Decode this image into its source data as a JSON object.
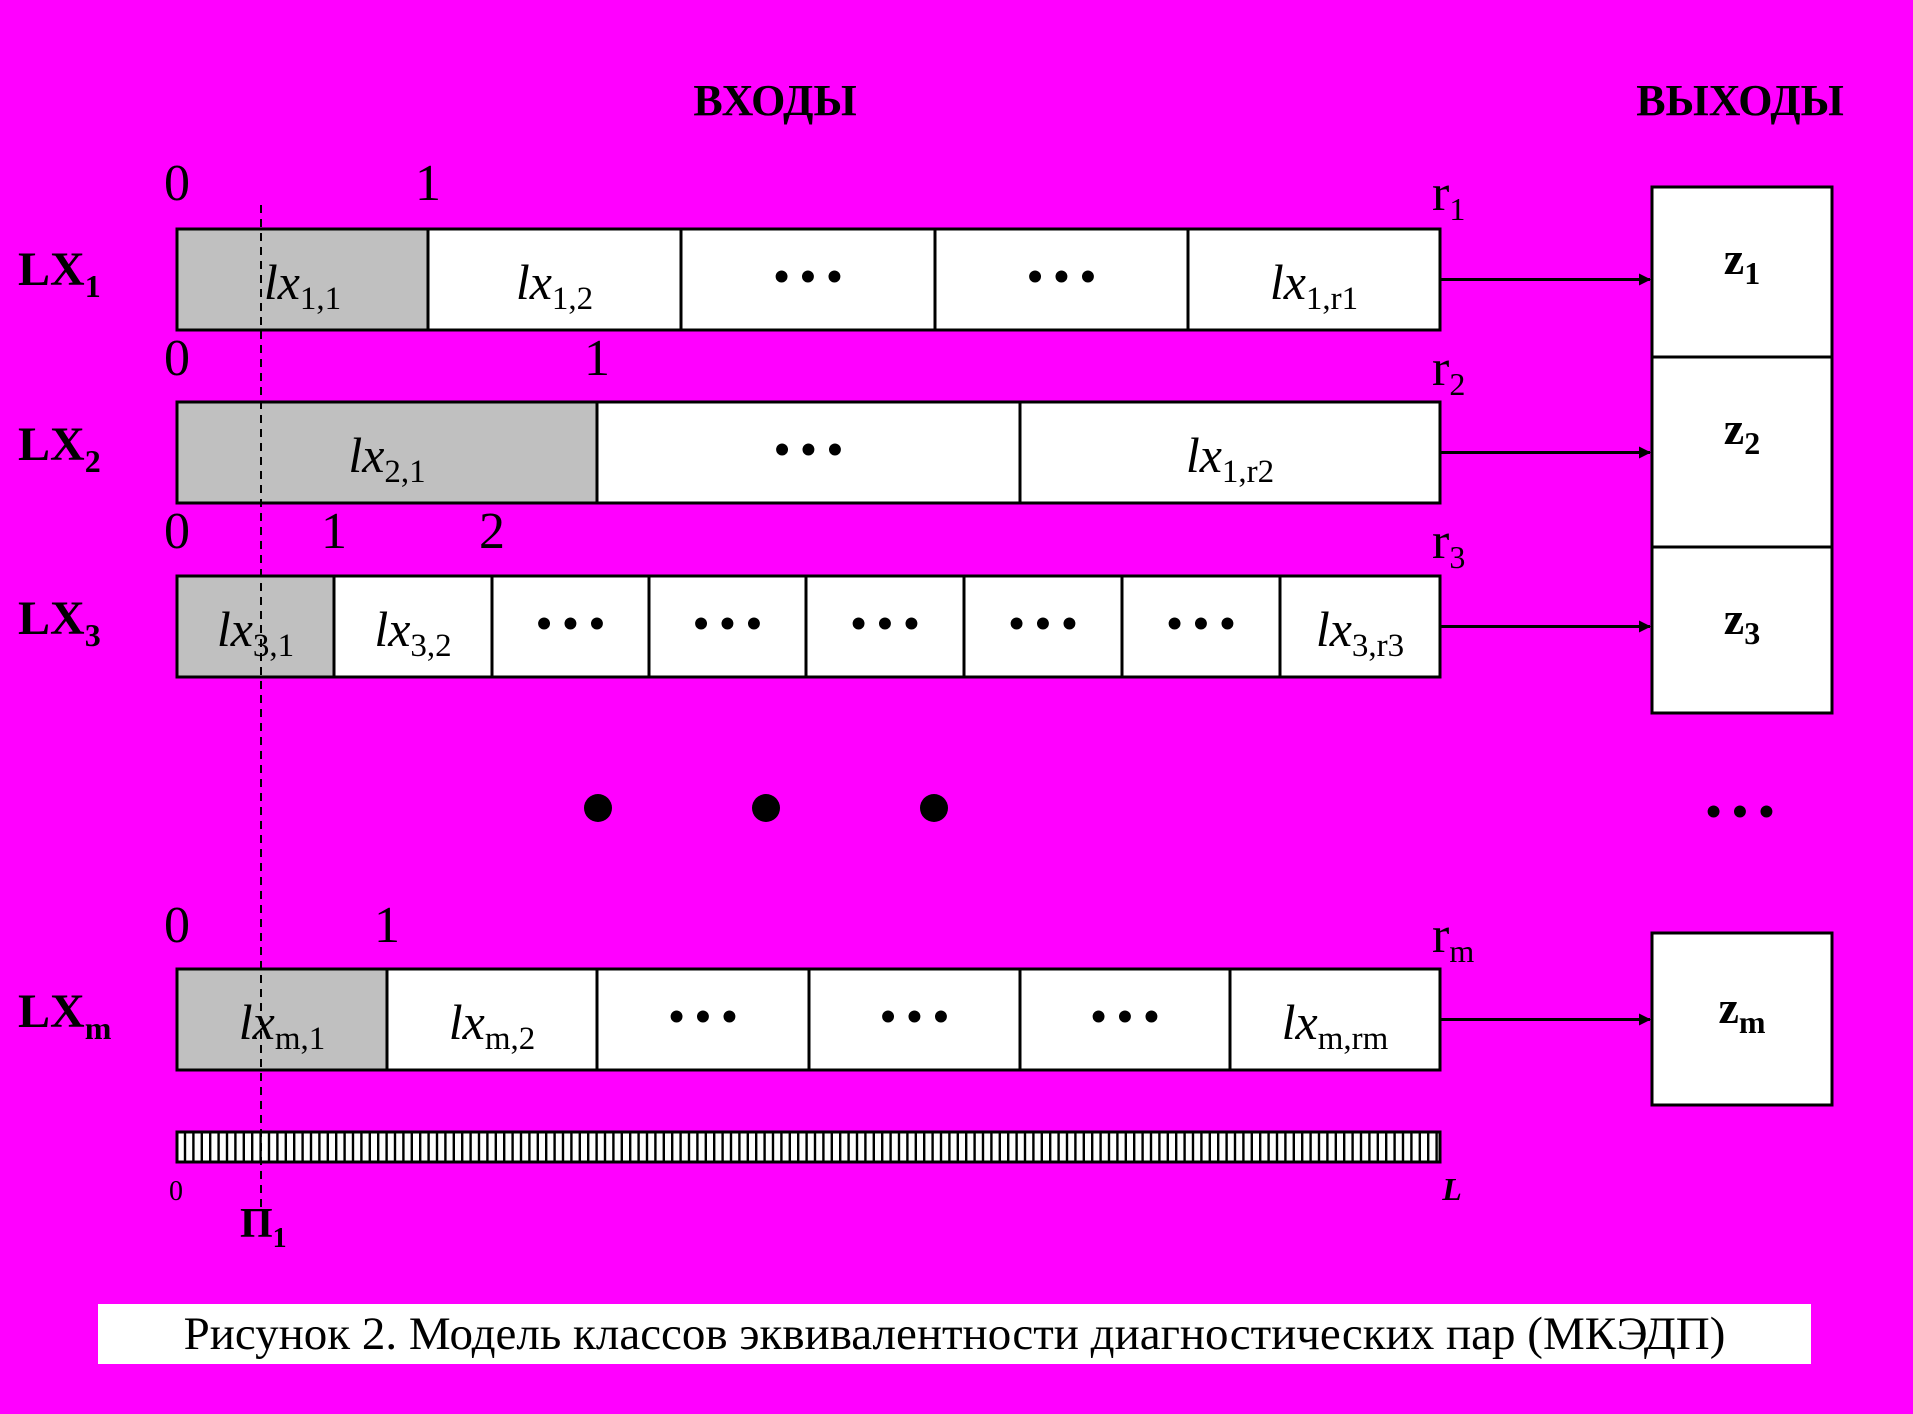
{
  "header": {
    "inputs_title": "ВХОДЫ",
    "outputs_title": "ВЫХОДЫ"
  },
  "rows": [
    {
      "label": "LX",
      "label_sub": "1",
      "end_ticks": [
        {
          "text": "r",
          "sub": "1"
        }
      ],
      "ticks": [
        "0",
        "1"
      ],
      "cells": [
        {
          "text": "lx",
          "sub": "1,1",
          "shaded": true
        },
        {
          "text": "lx",
          "sub": "1,2"
        },
        {
          "text": "• • •"
        },
        {
          "text": "• • •"
        },
        {
          "text": "lx",
          "sub": "1,r1"
        }
      ],
      "output": {
        "text": "z",
        "sub": "1"
      }
    },
    {
      "label": "LX",
      "label_sub": "2",
      "end_ticks": [
        {
          "text": "r",
          "sub": "2"
        }
      ],
      "ticks": [
        "0",
        "1"
      ],
      "cells": [
        {
          "text": "lx",
          "sub": "2,1",
          "shaded": true
        },
        {
          "text": "• • •"
        },
        {
          "text": "lx",
          "sub": "1,r2"
        }
      ],
      "output": {
        "text": "z",
        "sub": "2"
      }
    },
    {
      "label": "LX",
      "label_sub": "3",
      "end_ticks": [
        {
          "text": "r",
          "sub": "3"
        }
      ],
      "ticks": [
        "0",
        "1",
        "2"
      ],
      "cells": [
        {
          "text": "lx",
          "sub": "3,1",
          "shaded": true
        },
        {
          "text": "lx",
          "sub": "3,2"
        },
        {
          "text": "• • •"
        },
        {
          "text": "• • •"
        },
        {
          "text": "• • •"
        },
        {
          "text": "• • •"
        },
        {
          "text": "• • •"
        },
        {
          "text": "lx",
          "sub": "3,r3"
        }
      ],
      "output": {
        "text": "z",
        "sub": "3"
      }
    },
    {
      "label": "LX",
      "label_sub": "m",
      "end_ticks": [
        {
          "text": "r",
          "sub": "m"
        }
      ],
      "ticks": [
        "0",
        "1"
      ],
      "cells": [
        {
          "text": "lx",
          "sub": "m,1",
          "shaded": true
        },
        {
          "text": "lx",
          "sub": "m,2"
        },
        {
          "text": "• • •"
        },
        {
          "text": "• • •"
        },
        {
          "text": "• • •"
        },
        {
          "text": "lx",
          "sub": "m,rm"
        }
      ],
      "output": {
        "text": "z",
        "sub": "m"
      }
    }
  ],
  "ellipsis_outputs": "• • •",
  "scale": {
    "start_label": "0",
    "end_label": "L",
    "marker_label": "П",
    "marker_sub": "1"
  },
  "caption": "Рисунок 2. Модель классов эквивалентности диагностических пар (МКЭДП)",
  "colors": {
    "background": "#ff00ff",
    "shaded_cell": "#c0c0c0",
    "cell": "#ffffff",
    "stroke": "#000000"
  }
}
